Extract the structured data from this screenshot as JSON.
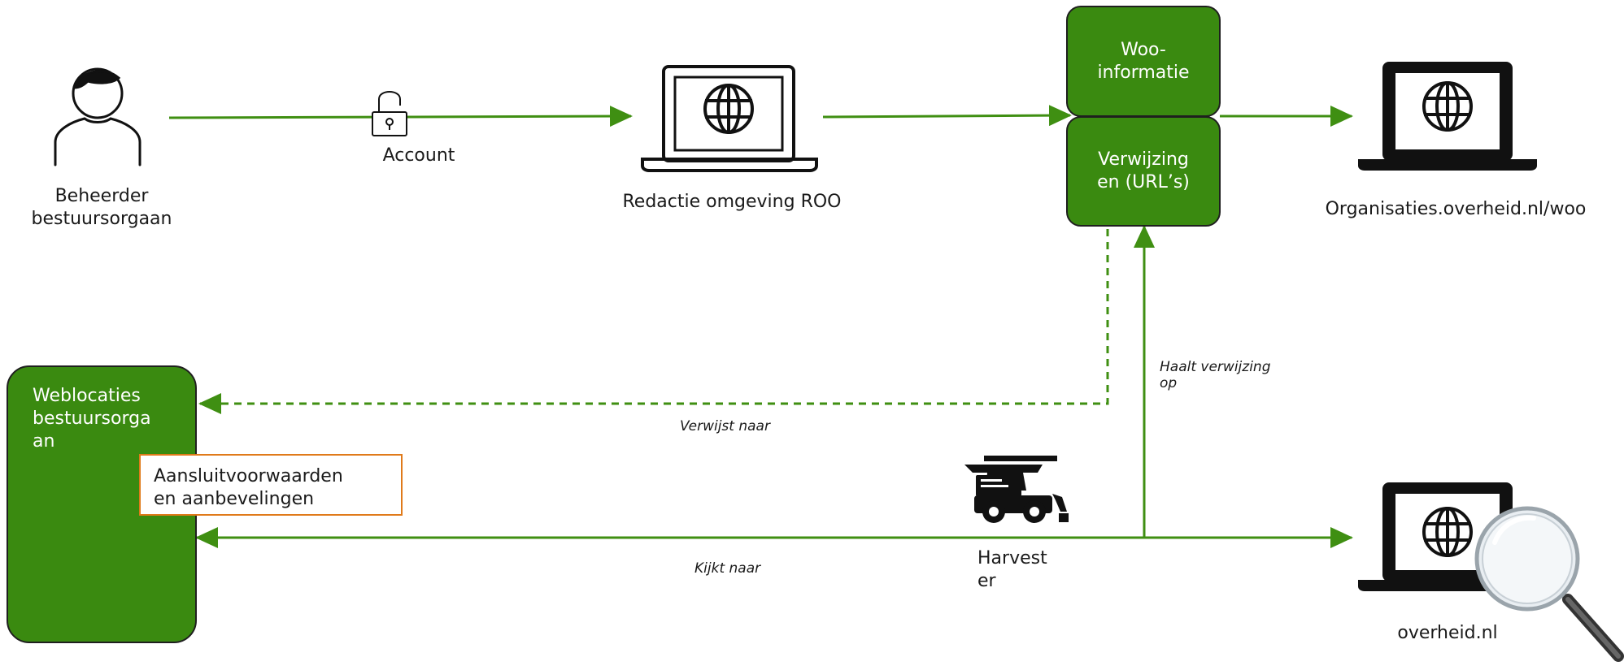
{
  "nodes": {
    "admin_label": "Beheerder\nbestuursorgaan",
    "account_label": "Account",
    "editor_label": "Redactie omgeving ROO",
    "woo_info": "Woo-\ninformatie",
    "references": "Verwijzing\nen (URL’s)",
    "org_site_label": "Organisaties.overheid.nl/woo",
    "weblocations": "Weblocaties\nbestuursorga\nan",
    "conditions": "Aansluitvoorwaarden\nen aanbevelingen",
    "harvester_label": "Harvest\ner",
    "overheid_label": "overheid.nl"
  },
  "edges": {
    "refers_to": "Verwijst naar",
    "fetches_reference": "Haalt verwijzing\nop",
    "looks_at": "Kijkt naar"
  },
  "colors": {
    "green": "#3a8a10",
    "arrow_green": "#3f8f12",
    "orange": "#e07a1a",
    "dark": "#111111"
  },
  "icons": [
    "person-icon",
    "padlock-icon",
    "laptop-globe-icon",
    "harvester-icon",
    "magnifier-icon"
  ]
}
